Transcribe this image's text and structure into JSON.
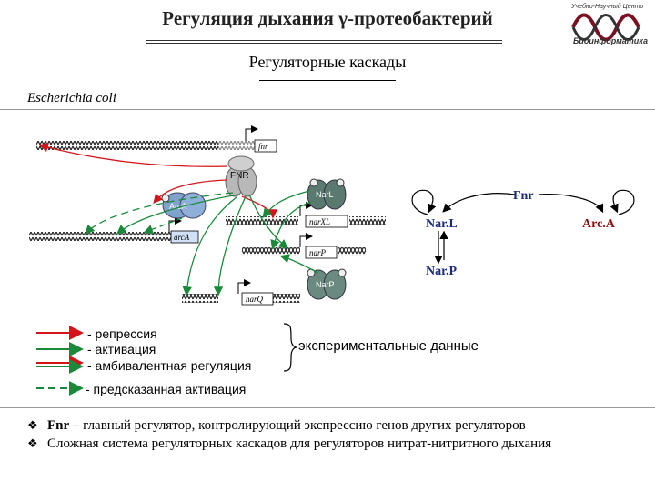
{
  "header": {
    "title": "Регуляция дыхания γ-протеобактерий",
    "subtitle": "Регуляторные каскады",
    "logo": {
      "top_text": "Учебно-Научный Центр",
      "bottom_text": "Биоинформатика"
    }
  },
  "organism": "Escherichia coli",
  "diagram": {
    "genes": [
      "fnr",
      "narXL",
      "narP",
      "narQ",
      "arcA"
    ],
    "proteins": [
      "FNR",
      "NarL",
      "ArcA",
      "NarP"
    ],
    "network_nodes": [
      "Fnr",
      "Nar.L",
      "Arc.A",
      "Nar.P"
    ],
    "colors": {
      "repression": "#d4141b",
      "activation": "#1a8a3a",
      "ambivalent": "#d4141b",
      "predicted": "#1a8a3a"
    }
  },
  "legend": {
    "repression": "- репрессия",
    "activation": "- активация",
    "ambivalent": "- амбивалентная регуляция",
    "predicted": "- предсказанная активация",
    "experimental": "экспериментальные данные"
  },
  "bullets": [
    {
      "bold": "Fnr",
      "text": " – главный регулятор, контролирующий экспрессию генов других регуляторов"
    },
    {
      "bold": "",
      "text": "Сложная система регуляторных каскадов для регуляторов нитрат-нитритного дыхания"
    }
  ]
}
